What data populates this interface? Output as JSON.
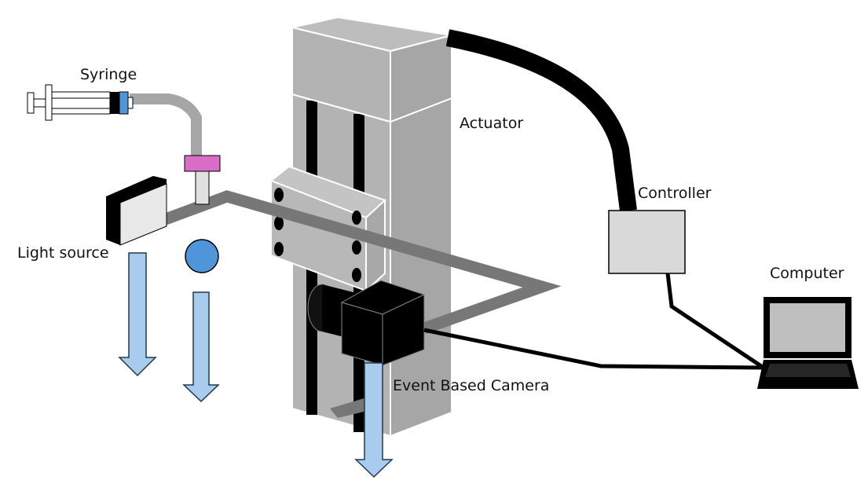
{
  "labels": {
    "syringe": "Syringe",
    "actuator": "Actuator",
    "controller": "Controller",
    "light_source": "Light source",
    "computer": "Computer",
    "camera": "Event Based Camera"
  },
  "colors": {
    "actuator": "#b0b0b0",
    "light_path": "#777777",
    "flow_arrow": "#a9cbee",
    "droplet": "#4f95d9",
    "nozzle_cap": "#d86ec8",
    "controller": "#d9d9d9",
    "screen": "#bfbfbf"
  }
}
